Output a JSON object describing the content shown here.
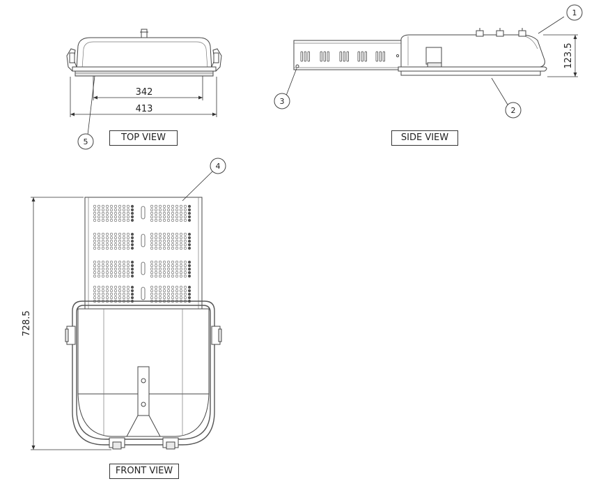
{
  "views": {
    "top": "TOP VIEW",
    "side": "SIDE VIEW",
    "front": "FRONT VIEW"
  },
  "dimensions": {
    "inner_width": "342",
    "overall_width": "413",
    "height": "123.5",
    "length": "728.5"
  },
  "callouts": {
    "c1": "1",
    "c2": "2",
    "c3": "3",
    "c4": "4",
    "c5": "5"
  }
}
